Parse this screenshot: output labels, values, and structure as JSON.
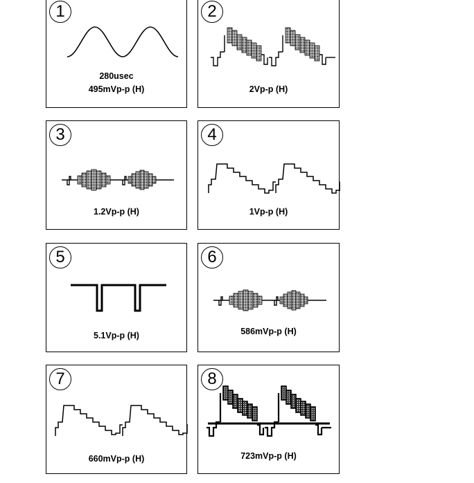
{
  "panels": [
    {
      "num": "1",
      "lines": [
        "280usec",
        "495mVp-p (H)"
      ]
    },
    {
      "num": "2",
      "lines": [
        "2Vp-p (H)"
      ]
    },
    {
      "num": "3",
      "lines": [
        "1.2Vp-p (H)"
      ]
    },
    {
      "num": "4",
      "lines": [
        "1Vp-p (H)"
      ]
    },
    {
      "num": "5",
      "lines": [
        "5.1Vp-p (H)"
      ]
    },
    {
      "num": "6",
      "lines": [
        "586mVp-p (H)"
      ]
    },
    {
      "num": "7",
      "lines": [
        "660mVp-p (H)"
      ]
    },
    {
      "num": "8",
      "lines": [
        "723mVp-p (H)"
      ]
    }
  ],
  "waveforms": [
    "sine",
    "burst-staircase",
    "burst",
    "staircase",
    "sync-pulse",
    "burst",
    "staircase",
    "burst-staircase-heavy"
  ]
}
